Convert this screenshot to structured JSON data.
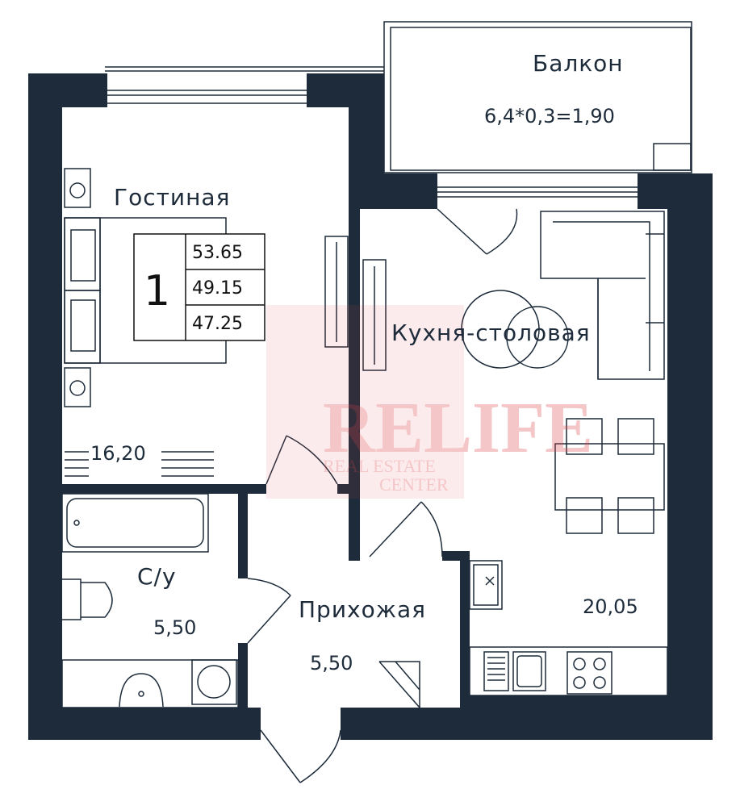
{
  "plan": {
    "rooms_count": "1",
    "areas_box": [
      "53.65",
      "49.15",
      "47.25"
    ],
    "watermark": {
      "brand": "RELIFE",
      "line1": "REAL ESTATE",
      "line2": "CENTER"
    },
    "rooms": {
      "living": {
        "name": "Гостиная",
        "area": "16,20"
      },
      "balcony": {
        "name": "Балкон",
        "area": "6,4*0,3=1,90"
      },
      "kitchen": {
        "name": "Кухня-столовая",
        "area": "20,05"
      },
      "bathroom": {
        "name": "С/у",
        "area": "5,50"
      },
      "hallway": {
        "name": "Прихожая",
        "area": "5,50"
      }
    }
  },
  "colors": {
    "wall": "#1d2b3a",
    "line": "#1d2b3a",
    "watermark": "#e0474c"
  }
}
